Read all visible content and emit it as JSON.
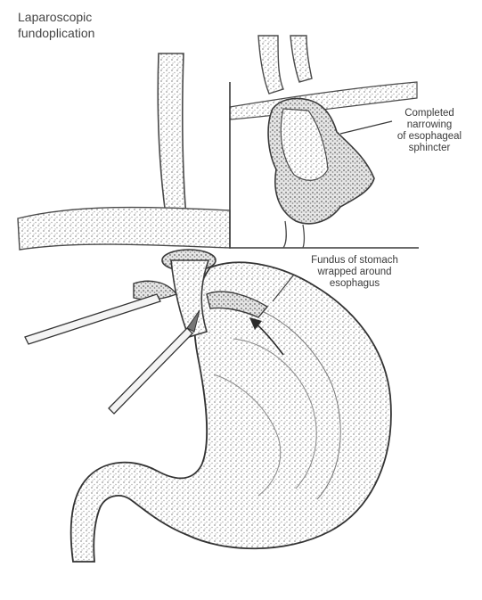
{
  "title": "Laparoscopic\nfundoplication",
  "labels": {
    "completed_narrowing": "Completed\nnarrowing\nof esophageal\nsphincter",
    "fundus_wrapped": "Fundus of stomach\nwrapped around\nesophagus"
  },
  "colors": {
    "ink": "#3a3a3a",
    "shade": "#cfcfcf",
    "paper": "#ffffff"
  }
}
